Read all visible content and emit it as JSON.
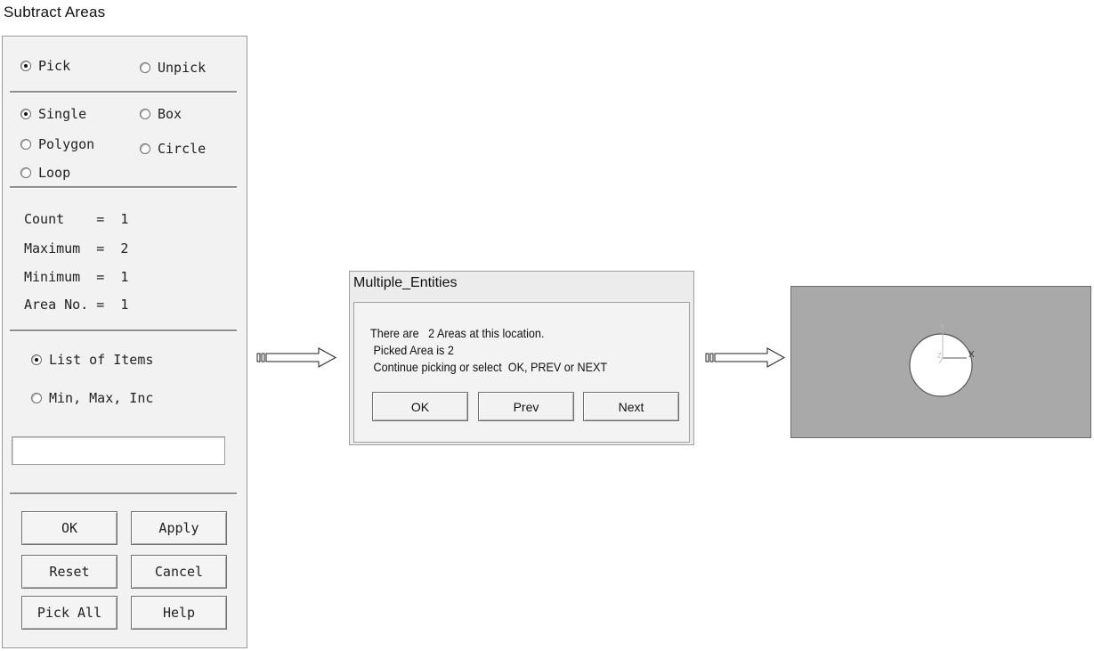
{
  "subtract_panel": {
    "title": "Subtract Areas",
    "pick_label": "Pick",
    "unpick_label": "Unpick",
    "single_label": "Single",
    "box_label": "Box",
    "polygon_label": "Polygon",
    "circle_label": "Circle",
    "loop_label": "Loop",
    "stats": {
      "count": "Count    =  1",
      "maximum": "Maximum  =  2",
      "minimum": "Minimum  =  1",
      "area_no": "Area No. =  1"
    },
    "list_of_items_label": "List of Items",
    "min_max_inc_label": "Min, Max, Inc",
    "input_value": "",
    "buttons": {
      "ok": "OK",
      "apply": "Apply",
      "reset": "Reset",
      "cancel": "Cancel",
      "pick_all": "Pick All",
      "help": "Help"
    }
  },
  "dialog": {
    "title": "Multiple_Entities",
    "line1": "There are   2 Areas at this location.",
    "line2": " Picked Area is 2",
    "line3": " Continue picking or select  OK, PREV or NEXT",
    "ok": "OK",
    "prev": "Prev",
    "next": "Next"
  },
  "viewport": {
    "background_color": "#a9a9a9",
    "area_color": "#ffffff",
    "axis_x_label": "X",
    "axis_y_label": "Y",
    "axis_z_label": "Z"
  }
}
